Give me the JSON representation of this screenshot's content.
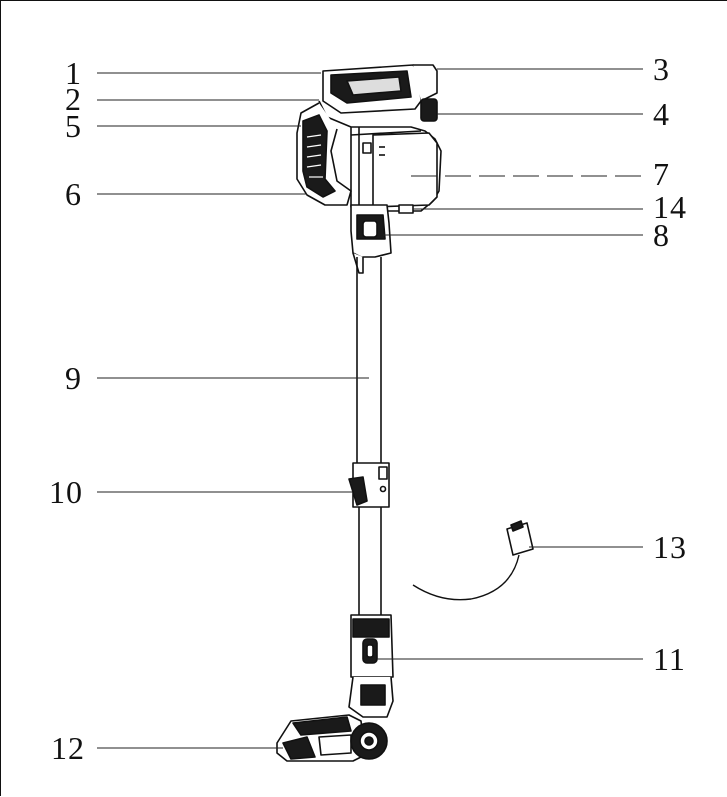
{
  "diagram": {
    "callouts": [
      {
        "id": "1",
        "label": "1"
      },
      {
        "id": "2",
        "label": "2"
      },
      {
        "id": "5",
        "label": "5"
      },
      {
        "id": "6",
        "label": "6"
      },
      {
        "id": "9",
        "label": "9"
      },
      {
        "id": "10",
        "label": "10"
      },
      {
        "id": "12",
        "label": "12"
      },
      {
        "id": "3",
        "label": "3"
      },
      {
        "id": "4",
        "label": "4"
      },
      {
        "id": "7",
        "label": "7"
      },
      {
        "id": "14",
        "label": "14"
      },
      {
        "id": "8",
        "label": "8"
      },
      {
        "id": "13",
        "label": "13"
      },
      {
        "id": "11",
        "label": "11"
      }
    ]
  }
}
